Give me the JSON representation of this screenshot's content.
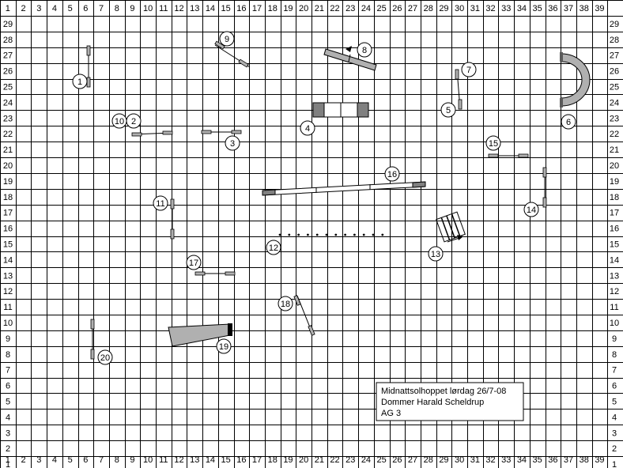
{
  "grid": {
    "x_labels": [
      "1",
      "2",
      "3",
      "4",
      "5",
      "6",
      "7",
      "8",
      "9",
      "10",
      "11",
      "12",
      "13",
      "14",
      "15",
      "16",
      "17",
      "18",
      "19",
      "20",
      "21",
      "22",
      "23",
      "24",
      "25",
      "26",
      "27",
      "28",
      "29",
      "30",
      "31",
      "32",
      "33",
      "34",
      "35",
      "36",
      "37",
      "38",
      "39"
    ],
    "y_labels": [
      "1",
      "2",
      "3",
      "4",
      "5",
      "6",
      "7",
      "8",
      "9",
      "10",
      "11",
      "12",
      "13",
      "14",
      "15",
      "16",
      "17",
      "18",
      "19",
      "20",
      "21",
      "22",
      "23",
      "24",
      "25",
      "26",
      "27",
      "28",
      "29"
    ],
    "line_color": "#000000",
    "background": "#ffffff"
  },
  "obstacles": [
    {
      "number": "1",
      "type": "jump"
    },
    {
      "number": "2",
      "type": "jump"
    },
    {
      "number": "3",
      "type": "jump"
    },
    {
      "number": "4",
      "type": "table"
    },
    {
      "number": "5",
      "type": "jump"
    },
    {
      "number": "6",
      "type": "tunnel"
    },
    {
      "number": "7",
      "type": "jump"
    },
    {
      "number": "8",
      "type": "seesaw"
    },
    {
      "number": "9",
      "type": "jump"
    },
    {
      "number": "10",
      "type": "jump"
    },
    {
      "number": "11",
      "type": "jump"
    },
    {
      "number": "12",
      "type": "weave-poles"
    },
    {
      "number": "13",
      "type": "tyre"
    },
    {
      "number": "14",
      "type": "jump"
    },
    {
      "number": "15",
      "type": "jump"
    },
    {
      "number": "16",
      "type": "dogwalk"
    },
    {
      "number": "17",
      "type": "jump"
    },
    {
      "number": "18",
      "type": "jump"
    },
    {
      "number": "19",
      "type": "collapsed-tunnel"
    },
    {
      "number": "20",
      "type": "jump"
    }
  ],
  "info_box": {
    "lines": [
      "Midnattsolhoppet lørdag 26/7-08",
      "Dommer Harald Scheldrup",
      "AG 3"
    ]
  },
  "colors": {
    "obstacle_fill": "#b0b0b0",
    "obstacle_dark": "#5a5a5a",
    "label_fill": "#ffffff"
  }
}
